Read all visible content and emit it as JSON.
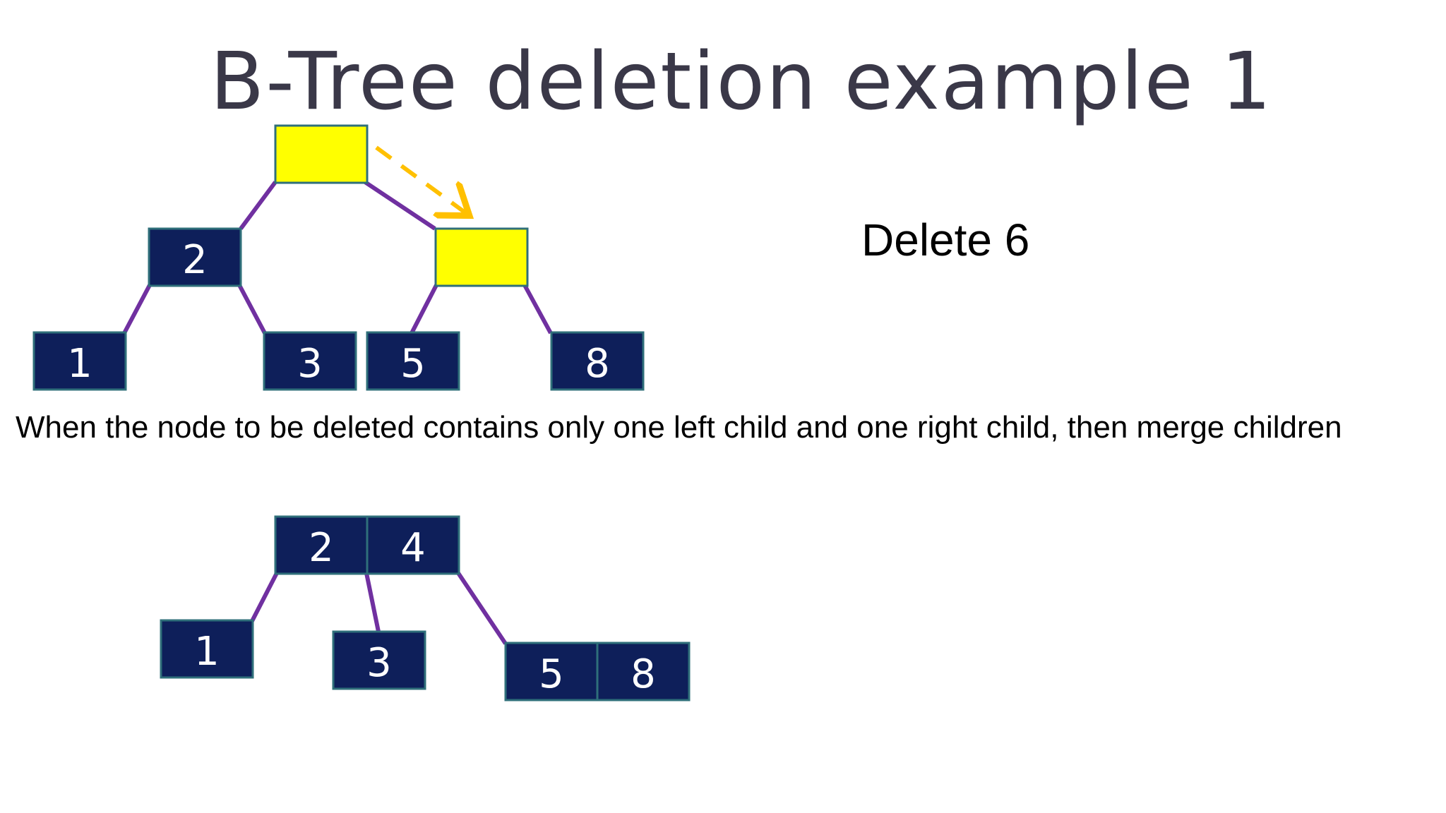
{
  "slide": {
    "title": "B-Tree deletion example 1",
    "delete_label": "Delete 6",
    "rule_caption": "When the node to be deleted contains only one left child and one right child, then merge children"
  },
  "colors": {
    "node_fill": "#0e1f5a",
    "highlight_fill": "#ffff00",
    "edge": "#7030a0",
    "arrow": "#ffc000",
    "node_border": "#2f6f7a",
    "title": "#3a3848"
  },
  "before_tree": {
    "root_keys": [
      ""
    ],
    "left_internal_keys": [
      "2"
    ],
    "right_internal_keys": [
      ""
    ],
    "leaves": [
      [
        "1"
      ],
      [
        "3"
      ],
      [
        "5"
      ],
      [
        "8"
      ]
    ]
  },
  "after_tree": {
    "root_keys": [
      "2",
      "4"
    ],
    "leaves": [
      [
        "1"
      ],
      [
        "3"
      ],
      [
        "5",
        "8"
      ]
    ]
  }
}
